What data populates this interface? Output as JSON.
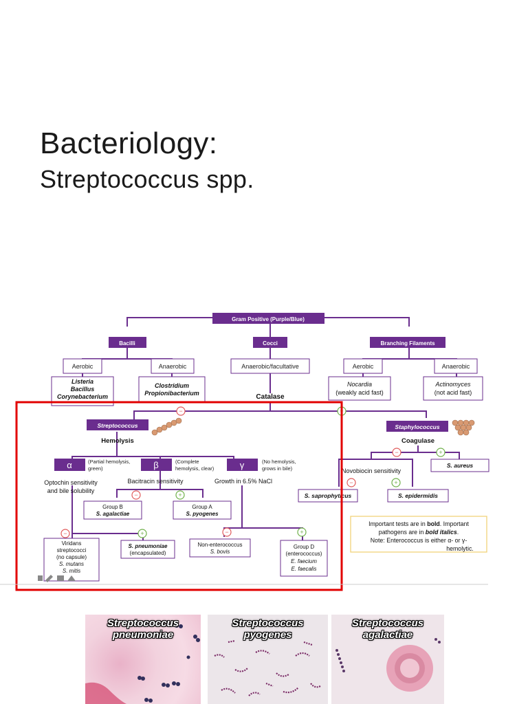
{
  "slide": {
    "title": "Bacteriology:",
    "subtitle": "Streptococcus spp."
  },
  "colors": {
    "purple": "#6a2d8e",
    "minus": "#e05a5a",
    "plus": "#6fb04a",
    "highlight": "#e20000",
    "note_border": "#f1d279"
  },
  "flowchart": {
    "root": "Gram Positive (Purple/Blue)",
    "branches": {
      "bacilli": "Bacilli",
      "cocci": "Cocci",
      "branching": "Branching Filaments"
    },
    "bacilli": {
      "aerobic": "Aerobic",
      "anaerobic": "Anaerobic",
      "aerobic_examples": [
        "Listeria",
        "Bacillus",
        "Corynebacterium"
      ],
      "anaerobic_examples": [
        "Clostridium",
        "Propionibacterium"
      ]
    },
    "cocci_type": "Anaerobic/facultative",
    "branching": {
      "aerobic": "Aerobic",
      "anaerobic": "Anaerobic",
      "aerobic_example": "Nocardia",
      "aerobic_note": "(weakly acid fast)",
      "anaerobic_example": "Actinomyces",
      "anaerobic_note": "(not acid fast)"
    },
    "catalase": "Catalase",
    "streptococcus": "Streptococcus",
    "staphylococcus": "Staphylococcus",
    "hemolysis": "Hemolysis",
    "coagulase": "Coagulase",
    "alpha": {
      "symbol": "α",
      "note": [
        "(Partial hemolysis,",
        "green)"
      ]
    },
    "beta": {
      "symbol": "β",
      "note": [
        "(Complete",
        "hemolysis, clear)"
      ]
    },
    "gamma": {
      "symbol": "γ",
      "note": [
        "(No hemolysis,",
        "grows in bile)"
      ]
    },
    "optochin": [
      "Optochin sensitivity",
      "and bile solubility"
    ],
    "bacitracin": "Bacitracin sensitivity",
    "nacl": "Growth in 6.5% NaCl",
    "novobiocin": "Novobiocin sensitivity",
    "group_b": {
      "line1": "Group B",
      "line2": "S. agalactiae"
    },
    "group_a": {
      "line1": "Group A",
      "line2": "S. pyogenes"
    },
    "s_aureus": "S. aureus",
    "s_saprophyticus": "S. saprophyticus",
    "s_epidermidis": "S. epidermidis",
    "viridans": [
      "Viridans",
      "streptococci",
      "(no capsule)",
      "S. mutans",
      "S. mitis"
    ],
    "pneumoniae": {
      "line1": "S. pneumoniae",
      "line2": "(encapsulated)"
    },
    "non_entero": {
      "line1": "Non-enterococcus",
      "line2": "S. bovis"
    },
    "group_d": [
      "Group D",
      "(enterococcus)",
      "E. faecium",
      "E. faecalis"
    ],
    "note": {
      "line1a": "Important tests are in ",
      "line1b": "bold",
      "line1c": ". Important",
      "line2a": "pathogens are in ",
      "line2b": "bold italics",
      "line2c": ".",
      "line3": "Note: Enterococcus is either α- or γ-",
      "line4": "hemolytic."
    },
    "minus_sign": "−",
    "plus_sign": "+"
  },
  "micrographs": [
    {
      "line1": "Streptococcus",
      "line2": "pneumoniae"
    },
    {
      "line1": "Streptococcus",
      "line2": "pyogenes"
    },
    {
      "line1": "Streptococcus",
      "line2": "agalactiae"
    }
  ]
}
